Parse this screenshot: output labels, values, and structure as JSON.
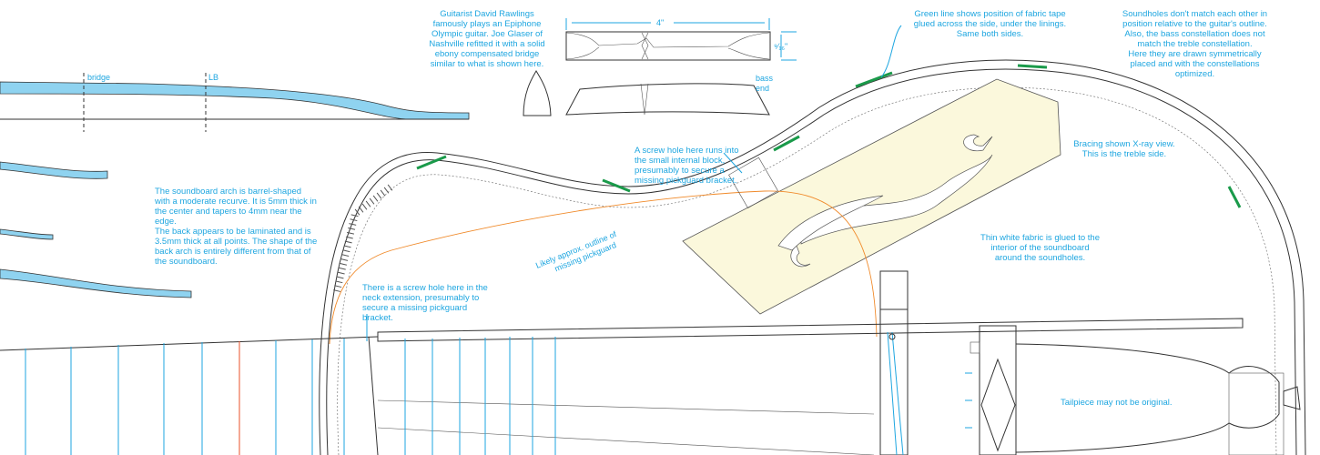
{
  "labels": {
    "bridge": "bridge",
    "lb": "LB",
    "dimension_width": "4\"",
    "dimension_height": "⁹⁄₁₆\"",
    "bass_end": "bass\nend",
    "pickguard_outline": "Likely approx. outline of\nmissing pickguard"
  },
  "notes": {
    "rawlings": "Guitarist David Rawlings famously plays an Epiphone Olympic guitar. Joe Glaser of Nashville refitted it with a solid ebony compensated bridge similar to what is shown here.",
    "green_line": "Green line shows position of fabric tape glued across the side, under the linings. Same both sides.",
    "soundholes_1": "Soundholes don't match each other in position relative to the guitar's outline.",
    "soundholes_2": "Also, the bass constellation does not match the treble constellation.",
    "soundholes_3": "Here they are drawn symmetrically placed and with the constellations optimized.",
    "arch_1": "The soundboard arch is barrel-shaped with a moderate recurve. It is 5mm thick in the center and tapers to 4mm near the edge.",
    "arch_2": "The back appears to be laminated and is 3.5mm thick at all points. The shape of the back arch is entirely different from that of the soundboard.",
    "screw_block": "A screw hole here runs into the small internal block, presumably to secure a missing pickguard bracket.",
    "bracing": "Bracing shown X-ray view. This is the treble side.",
    "fabric": "Thin white fabric is glued to the interior of the soundboard around the soundholes.",
    "screw_neck": "There is a screw hole here in the neck extension, presumably to secure a missing pickguard bracket.",
    "tailpiece": "Tailpiece may not be original."
  },
  "colors": {
    "annotation": "#1ea6e0",
    "arch_fill": "#8fd3f0",
    "pickguard_fill": "#fbf8dc",
    "tape": "#1a9a4a",
    "pickguard_outline": "#f08a2a",
    "fret_red": "#e8502a"
  }
}
